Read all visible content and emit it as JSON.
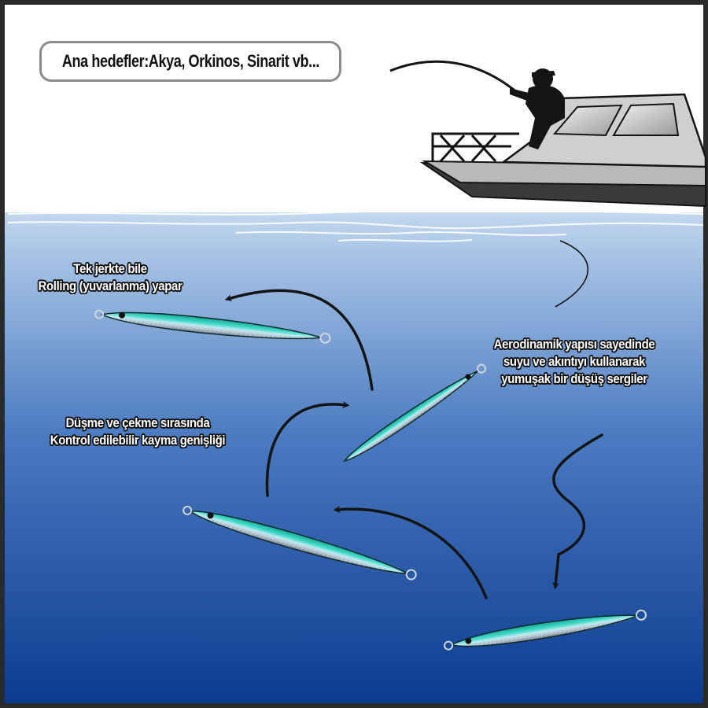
{
  "target_note": "Ana hedefler:Akya, Orkinos, Sinarit vb...",
  "labels": {
    "rolling": [
      "Tek jerkte bile",
      "Rolling (yuvarlanma) yapar"
    ],
    "slide": [
      "Düşme ve çekme sırasında",
      "Kontrol edilebilir kayma genişliği"
    ],
    "fall": [
      "Aerodinamik yapısı sayedinde",
      "suyu ve akıntıyı kullanarak",
      "yumuşak bir düşüş sergiler"
    ]
  },
  "colors": {
    "sky": "#ffffff",
    "water_top": "#c4d8ee",
    "water_mid": "#4b7bc1",
    "water_bottom": "#0b3b8f",
    "lure_back": "#27c7b5",
    "lure_belly": "#d6dde6",
    "arrow": "#141414",
    "frame": "#2a2a2a"
  },
  "icons": [
    "boat-icon",
    "angler-silhouette-icon",
    "fishing-rod-icon",
    "metal-jig-lure-icon",
    "curved-arrow-icon",
    "zigzag-arrow-icon"
  ]
}
